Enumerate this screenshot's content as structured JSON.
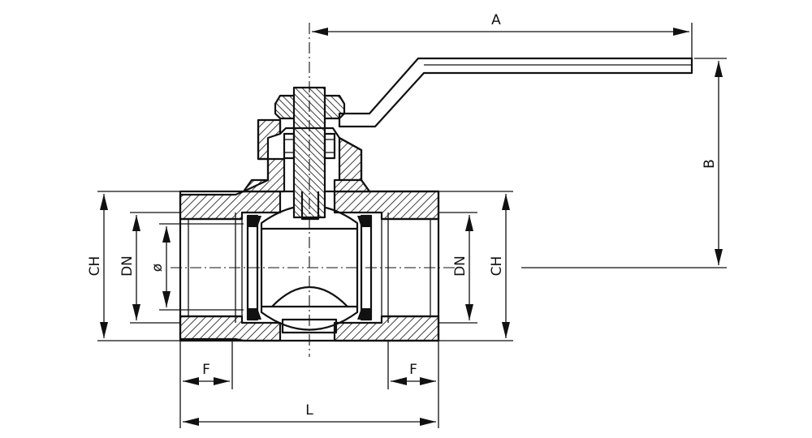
{
  "labels": {
    "A": "A",
    "B": "B",
    "CH_left": "CH",
    "DN_left": "DN",
    "phi": "ø",
    "DN_right": "DN",
    "CH_right": "CH",
    "F_left": "F",
    "F_right": "F",
    "L": "L"
  }
}
